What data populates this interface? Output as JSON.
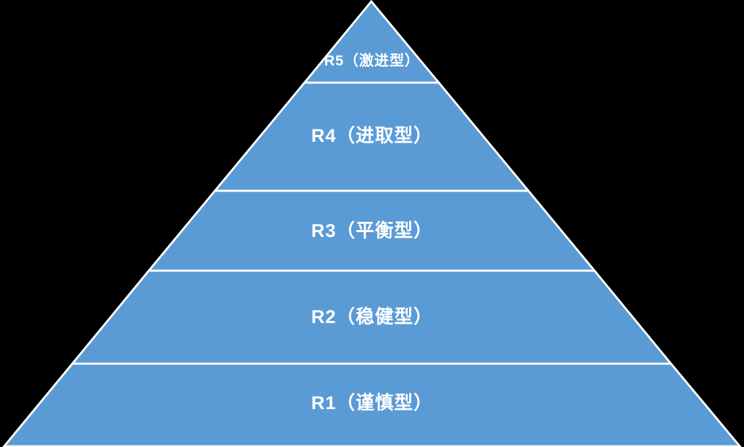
{
  "background_color": "#000000",
  "pyramid": {
    "title": "risk-level-pyramid",
    "fill_color": "#5B9BD5",
    "stroke_color": "#FFFFFF",
    "text_color": "#FFFFFF",
    "levels": [
      {
        "id": "R5",
        "label": "R5（激进型）"
      },
      {
        "id": "R4",
        "label": "R4（进取型）"
      },
      {
        "id": "R3",
        "label": "R3（平衡型）"
      },
      {
        "id": "R2",
        "label": "R2（稳健型）"
      },
      {
        "id": "R1",
        "label": "R1（谨慎型）"
      }
    ]
  }
}
